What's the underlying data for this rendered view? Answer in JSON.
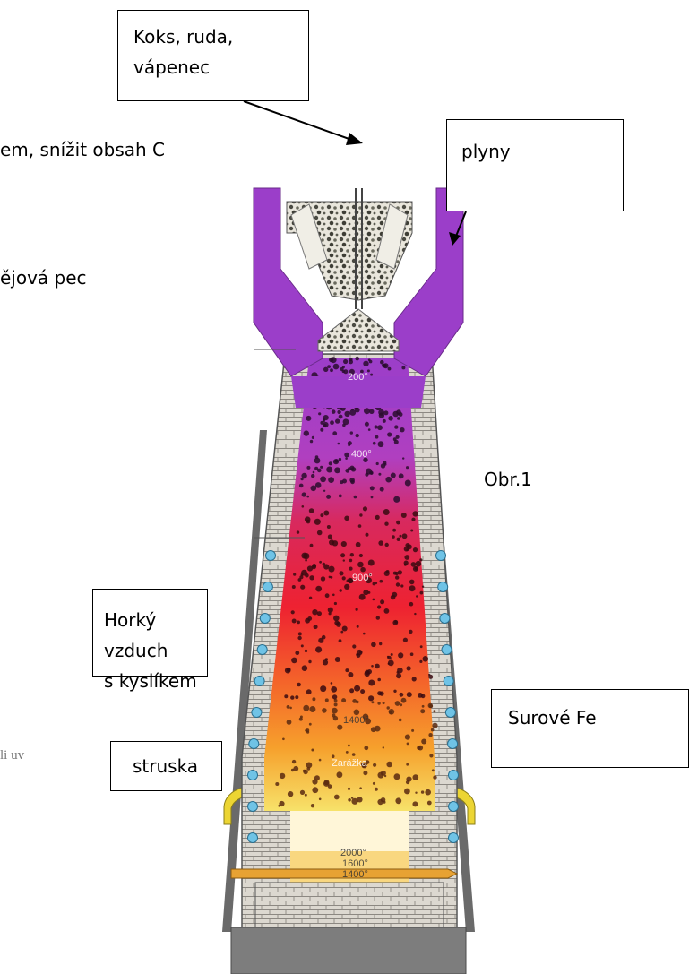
{
  "background_text": {
    "line1": "em, snížit obsah C",
    "line2": "ějová pec",
    "footer_fragment": "li uv"
  },
  "labels": {
    "koks": [
      "Koks, ruda,",
      "vápenec"
    ],
    "plyny": "plyny",
    "obr": "Obr.1",
    "horky": [
      "Horký vzduch",
      "s kyslíkem"
    ],
    "struska": "struska",
    "surove": "Surové Fe"
  },
  "furnace": {
    "temps": [
      "200°",
      "400°",
      "900°",
      "1400°",
      "Zarážka",
      "2000°",
      "1600°",
      "1400°"
    ]
  },
  "colors": {
    "purple": "#a83fcf",
    "red": "#e01e2a",
    "orange": "#f28a25",
    "yellow": "#f6e83a",
    "brick": "#d9d4cc",
    "tuyere": "#6fc3e6",
    "base": "#7d7d7d"
  }
}
